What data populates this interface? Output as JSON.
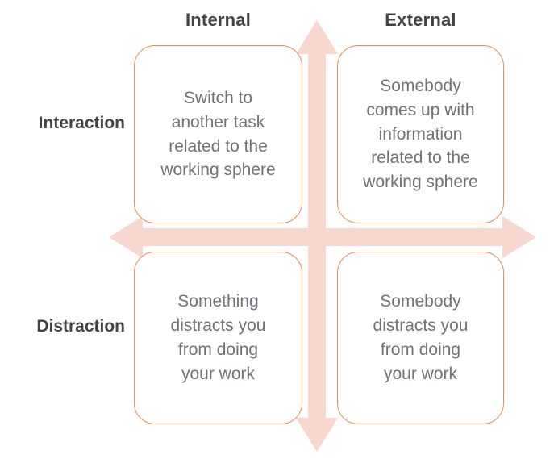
{
  "diagram": {
    "type": "2x2-quadrant-matrix",
    "colors": {
      "axis_arrow": "#F7D7CE",
      "box_border": "#F0894E",
      "box_fill": "#FFFFFF",
      "box_text": "#6E7379",
      "label_text": "#434343",
      "background": "#FFFFFF"
    },
    "axes": {
      "horizontal": {
        "name": "horizontal-axis-arrow",
        "double_headed": true,
        "left_label": "Internal",
        "right_label": "External"
      },
      "vertical": {
        "name": "vertical-axis-arrow",
        "double_headed": true,
        "top_label": "Interaction",
        "bottom_label": "Distraction"
      }
    },
    "column_headers": [
      {
        "id": "internal",
        "label": "Internal"
      },
      {
        "id": "external",
        "label": "External"
      }
    ],
    "row_labels": [
      {
        "id": "interaction",
        "label": "Interaction"
      },
      {
        "id": "distraction",
        "label": "Distraction"
      }
    ],
    "quadrants": [
      {
        "id": "interaction-internal",
        "row": "Interaction",
        "column": "Internal",
        "text": "Switch to\nanother task\nrelated to the\nworking sphere"
      },
      {
        "id": "interaction-external",
        "row": "Interaction",
        "column": "External",
        "text": "Somebody\ncomes up with\ninformation\nrelated to the\nworking sphere"
      },
      {
        "id": "distraction-internal",
        "row": "Distraction",
        "column": "Internal",
        "text": "Something\ndistracts you\nfrom doing\nyour work"
      },
      {
        "id": "distraction-external",
        "row": "Distraction",
        "column": "External",
        "text": "Somebody\ndistracts you\nfrom doing\nyour work"
      }
    ]
  }
}
